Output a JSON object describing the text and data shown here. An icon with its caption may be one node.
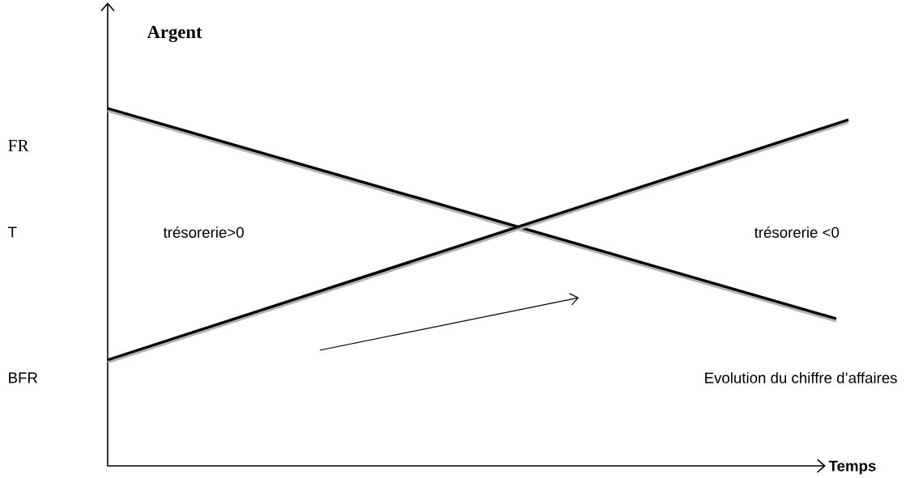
{
  "diagram": {
    "labels": [
      "Argent",
      "FR",
      "T",
      "trésorerie>0",
      "trésorerie <0",
      "BFR",
      "Evolution du chiffre d’affaires",
      "Temps"
    ]
  }
}
